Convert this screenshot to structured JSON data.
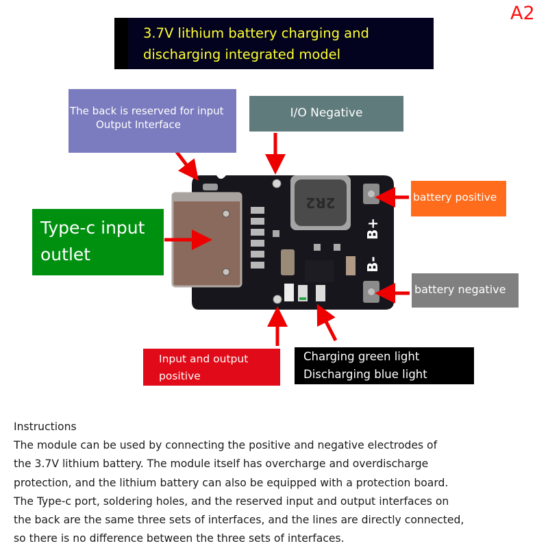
{
  "corner_tag": "A2",
  "title": {
    "line1": "3.7V lithium battery charging and",
    "line2": "discharging integrated model"
  },
  "callouts": {
    "back_interface": {
      "line1": "The back is reserved for input",
      "line2": "Output Interface",
      "color": "#7b7bbf"
    },
    "io_negative": {
      "text": "I/O Negative",
      "color": "#5f7b7c"
    },
    "typec": {
      "line1": "Type-c input",
      "line2": "outlet",
      "color": "#009010"
    },
    "battery_positive": {
      "text": "battery positive",
      "color": "#ff6c1c"
    },
    "battery_negative": {
      "text": "battery negative",
      "color": "#808080"
    },
    "io_positive": {
      "line1": "Input and output",
      "line2": "positive",
      "color": "#e00a18"
    },
    "leds": {
      "line1": "Charging green light",
      "line2": "Discharging blue light",
      "color": "#000000"
    }
  },
  "board": {
    "inductor_marking": "2R2",
    "pad_label_positive": "B+",
    "pad_label_negative": "B-",
    "arrow_color": "#ee0000"
  },
  "instructions": {
    "heading": "Instructions",
    "lines": [
      "The module can be used by connecting the positive and negative electrodes of",
      "the 3.7V lithium battery. The module itself has overcharge and overdischarge",
      "protection, and the lithium battery can also be equipped with a protection board.",
      "The Type-c port, soldering holes, and the reserved input and output interfaces on",
      "the back are the same three sets of interfaces, and the lines are directly connected,",
      "so there is no difference between the three sets of interfaces."
    ]
  }
}
